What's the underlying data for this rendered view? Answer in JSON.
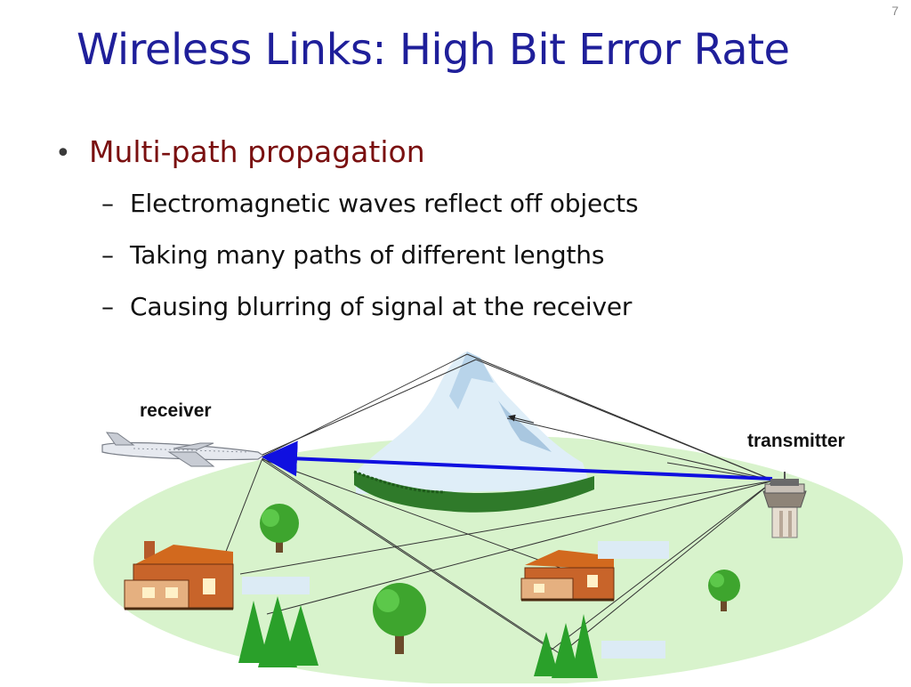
{
  "page_number": "7",
  "title": "Wireless Links: High Bit Error Rate",
  "colors": {
    "title": "#1f1f9a",
    "bullet": "#7a1010",
    "direct_path": "#1010e0",
    "ground": "#d8f3cc"
  },
  "bullet": {
    "text": "Multi-path propagation",
    "sub_items": [
      "Electromagnetic waves reflect off objects",
      "Taking many paths of different lengths",
      "Causing blurring of signal at the receiver"
    ]
  },
  "diagram": {
    "receiver_label": "receiver",
    "transmitter_label": "transmitter"
  }
}
